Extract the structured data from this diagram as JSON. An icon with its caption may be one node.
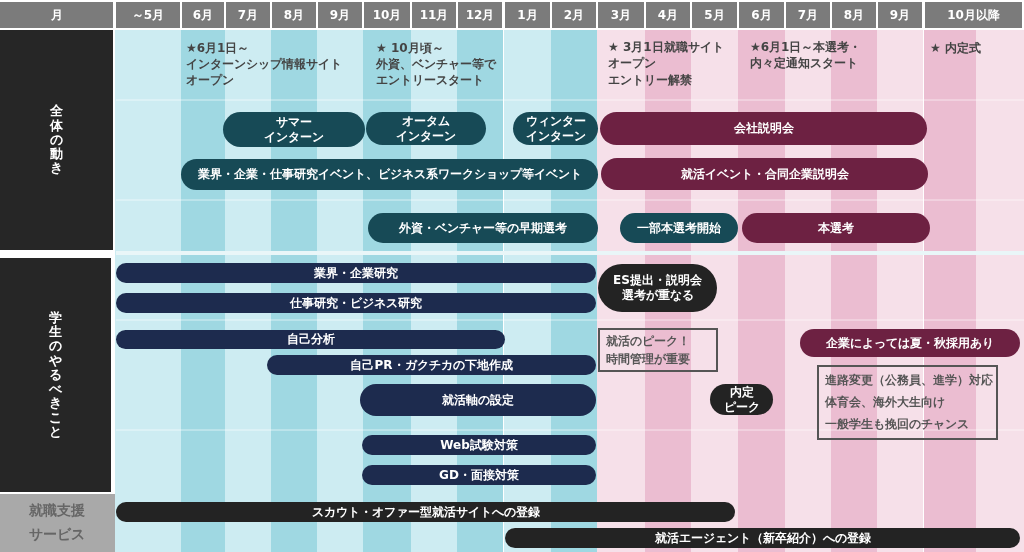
{
  "diagram": {
    "nodes": [
      {
        "text": [
          "全体の動き"
        ]
      },
      {
        "text": [
          "サマーインターン"
        ]
      },
      {
        "text": [
          "オータムインターン"
        ]
      },
      {
        "text": [
          "ウィンターインターン"
        ]
      },
      {
        "text": [
          "会社説明会"
        ]
      },
      {
        "text": [
          "業界・企業・仕事研究イベント、ビジネス系ワークショップ等イベント"
        ]
      },
      {
        "text": [
          "就活イベント・合同企業説明会"
        ]
      },
      {
        "text": [
          "外資・ベンチャー等の早期選考"
        ]
      },
      {
        "text": [
          "一部本選考開始"
        ]
      },
      {
        "text": [
          "本選考"
        ]
      },
      {
        "text": [
          "学生のやるべきこと"
        ]
      },
      {
        "text": [
          "業界・企業研究"
        ]
      },
      {
        "text": [
          "仕事研究・ビジネス研究"
        ]
      },
      {
        "text": [
          "ES提出・説明会選考が重なる"
        ]
      },
      {
        "text": [
          "自己分析"
        ]
      },
      {
        "text": [
          "自己PR・ガクチカの下地作成"
        ]
      },
      {
        "text": [
          "就活軸の設定"
        ]
      },
      {
        "text": [
          "就活のピーク！",
          "時間管理が重要"
        ]
      },
      {
        "text": [
          "企業によっては夏・秋採用あり"
        ]
      },
      {
        "text": [
          "内定ピーク"
        ]
      },
      {
        "text": [
          "進路変更（公務員、進学）対応",
          "体育会、海外大生向け",
          "一般学生も挽回のチャンス"
        ]
      },
      {
        "text": [
          "Web試験対策"
        ]
      },
      {
        "text": [
          "GD・面接対策"
        ]
      },
      {
        "text": [
          "就職支援サービス"
        ]
      },
      {
        "text": [
          "スカウト・オファー型就活サイトへの登録"
        ]
      },
      {
        "text": [
          "就活エージェント（新卒紹介）への登録"
        ]
      }
    ],
    "labels": [
      "月",
      "～5月",
      "6月",
      "7月",
      "8月",
      "9月",
      "10月",
      "11月",
      "12月",
      "1月",
      "2月",
      "3月",
      "4月",
      "5月",
      "6月",
      "7月",
      "8月",
      "9月",
      "10月以降",
      "★6月1日～",
      "インターンシップ情報サイトオープン",
      "★ 10月頃～",
      "外資、ベンチャー等でエントリースタート",
      "★ 3月1日就職サイトオープン",
      "エントリー解禁",
      "★6月1日～本選考・内々定通知スタート",
      "★ 内定式"
    ]
  }
}
